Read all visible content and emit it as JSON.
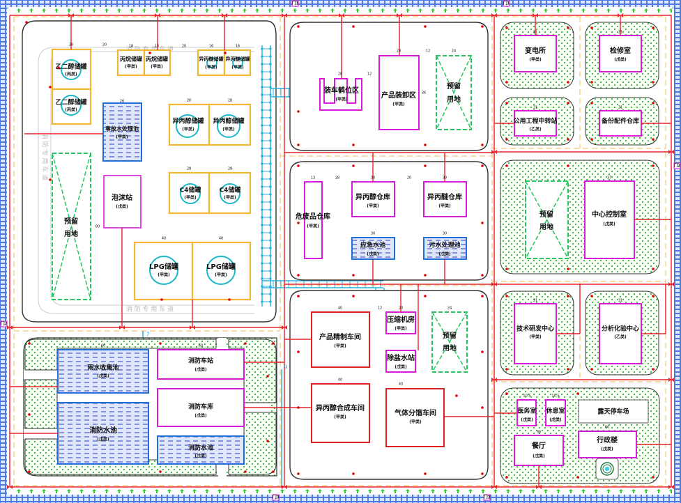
{
  "title": "化工厂总平面布置图",
  "colors": {
    "fire_pipe": "#e8202a",
    "water_main": "#2bb3e0",
    "building_class_a_tank": "#f2b632",
    "building_magenta": "#d81bd8",
    "building_red": "#e02020",
    "pool_blue": "#1f6fd6",
    "reserve_green": "#22c55e",
    "greenery_fill": "#e8f8e0",
    "road_yellow": "#f7c873",
    "hydrant": "#e00000",
    "tank_circle": "#1cb8c8"
  },
  "gates": [
    {
      "id": "gate-top-left",
      "label": "门1"
    },
    {
      "id": "gate-top-right",
      "label": "门1"
    },
    {
      "id": "gate-left",
      "label": "门2"
    },
    {
      "id": "gate-right",
      "label": "门2"
    },
    {
      "id": "gate-bottom-left",
      "label": "门3"
    },
    {
      "id": "gate-bottom-right",
      "label": "门3"
    }
  ],
  "roads": {
    "fire_road_top": "消 防 专 用 车 道",
    "fire_road_left": "消 防 专 用 车 道",
    "fire_road_bottom": "消 防 专 用 车 道"
  },
  "zones": {
    "tank_farm": {
      "tanks": [
        {
          "name": "乙二醇储罐",
          "class": "(丙类)"
        },
        {
          "name": "乙二醇储罐",
          "class": "(丙类)"
        },
        {
          "name": "丙烷储罐",
          "class": "(甲类)"
        },
        {
          "name": "丙烷储罐",
          "class": "(甲类)"
        },
        {
          "name": "异丙醚储罐",
          "class": "(甲类)"
        },
        {
          "name": "异丙醚储罐",
          "class": "(甲类)"
        },
        {
          "name": "异丙醇储罐",
          "class": "(甲类)"
        },
        {
          "name": "异丙醇储罐",
          "class": "(甲类)"
        },
        {
          "name": "C4储罐",
          "class": "(甲类)"
        },
        {
          "name": "C4储罐",
          "class": "(甲类)"
        },
        {
          "name": "LPG储罐",
          "class": "(甲类)"
        },
        {
          "name": "LPG储罐",
          "class": "(甲类)"
        }
      ],
      "accident_pool": {
        "name": "事故水处理池",
        "class": "(甲类)"
      },
      "foam_station": {
        "name": "泡沫站",
        "class": "(戊类)"
      },
      "reserve": {
        "name": "预留",
        "name2": "用地"
      }
    },
    "loading": {
      "loading_bay": {
        "name": "装车鹤位区",
        "class": "(甲类)"
      },
      "product_loading": {
        "name": "产品装卸区",
        "class": "(甲类)"
      },
      "reserve": {
        "name": "预留",
        "name2": "用地"
      }
    },
    "warehouse": {
      "hazardous": {
        "name": "危废品仓库",
        "class": "(甲类)"
      },
      "ipa_store": {
        "name": "异丙醇仓库",
        "class": "(甲类)"
      },
      "ipe_store": {
        "name": "异丙醚仓库",
        "class": "(甲类)"
      },
      "emergency_pool": {
        "name": "应急水池",
        "class": "(戊类)"
      },
      "sewage": {
        "name": "污水处理池",
        "class": "(戊类)"
      }
    },
    "process": {
      "refining": {
        "name": "产品精制车间",
        "class": "(甲类)"
      },
      "synthesis": {
        "name": "异丙醇合成车间",
        "class": "(甲类)"
      },
      "compressor": {
        "name": "压缩机房",
        "class": "(甲类)"
      },
      "desalt": {
        "name": "除盐水站",
        "class": "(戊类)"
      },
      "gas_sep": {
        "name": "气体分馏车间",
        "class": "(甲类)"
      },
      "reserve": {
        "name": "预留",
        "name2": "用地"
      }
    },
    "fire": {
      "rain_pool": {
        "name": "雨水收集池",
        "class": "(戊类)"
      },
      "fire_pool_big": {
        "name": "消防水池",
        "class": "(戊类)"
      },
      "fire_station": {
        "name": "消防车站",
        "class": "(戊类)"
      },
      "fire_garage": {
        "name": "消防车库",
        "class": "(戊类)"
      },
      "fire_pool_small": {
        "name": "消防水池",
        "class": "(戊类)"
      }
    },
    "utility": {
      "substation": {
        "name": "变电所",
        "class": "(甲类)"
      },
      "repair": {
        "name": "检修室",
        "class": "(戊类)"
      },
      "transfer": {
        "name": "公用工程中转站",
        "class": "(乙类)"
      },
      "spares": {
        "name": "备份配件仓库",
        "class": ""
      }
    },
    "control": {
      "reserve": {
        "name": "预留",
        "name2": "用地"
      },
      "central_control": {
        "name": "中心控制室",
        "class": "(戊类)"
      }
    },
    "research": {
      "rd": {
        "name": "技术研发中心",
        "class": "(甲类)"
      },
      "lab": {
        "name": "分析化验中心",
        "class": "(乙类)"
      }
    },
    "admin": {
      "clinic": {
        "name": "医务室",
        "class": "(戊类)"
      },
      "rest": {
        "name": "休息室",
        "class": "(戊类)"
      },
      "parking": {
        "name": "露天停车场",
        "class": ""
      },
      "canteen": {
        "name": "餐厅",
        "class": "(戊类)"
      },
      "office": {
        "name": "行政楼",
        "class": "(戊类)"
      }
    }
  },
  "dimensions": {
    "tank_ee_w": "26",
    "gap_20": "20",
    "tank_pp_w": "18",
    "gap_16": "16",
    "pool_w": "26",
    "tank_ipa_w": "28",
    "lpg_w": "40",
    "reserve_h": "80",
    "loading_w": "28",
    "loading_gap": "12",
    "product_w": "28",
    "product_h": "36",
    "reserve2_w": "24",
    "hazard_w": "13",
    "gap_28": "28",
    "store_w": "30",
    "proc_w": "40",
    "gap_12": "12",
    "comp_w": "20",
    "reserve3_w": "24",
    "fire_w": "60",
    "util_w": "31",
    "ctrl_w": "37",
    "clinic_w": "10.5",
    "office_w": "60",
    "canteen_w": "36",
    "road_9": "9",
    "road_7": "7"
  }
}
